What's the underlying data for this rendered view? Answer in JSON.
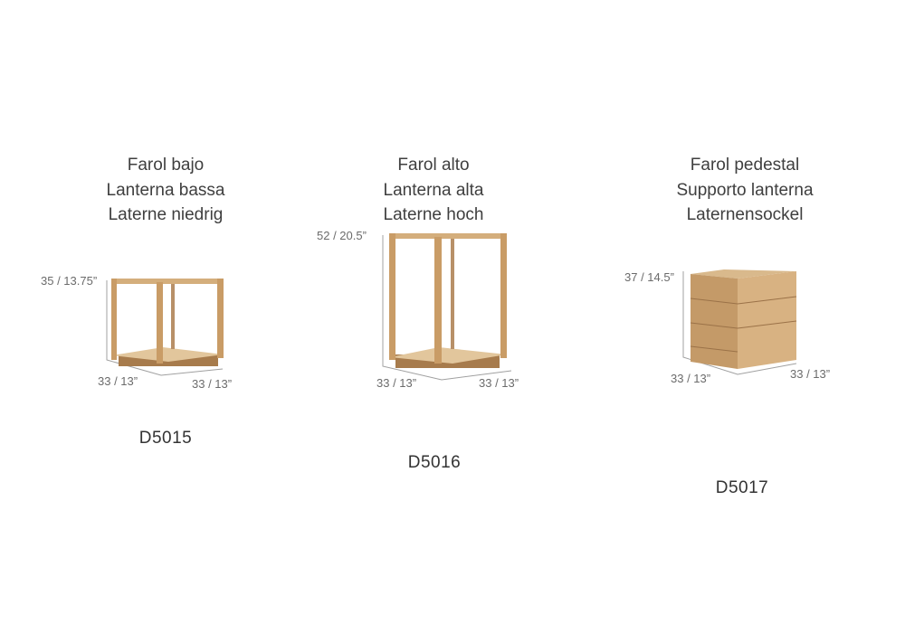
{
  "products": [
    {
      "names": [
        "Farol bajo",
        "Lanterna bassa",
        "Laterne niedrig"
      ],
      "height": "35 / 13.75”",
      "depth": "33 / 13”",
      "width": "33 / 13”",
      "code": "D5015"
    },
    {
      "names": [
        "Farol alto",
        "Lanterna alta",
        "Laterne hoch"
      ],
      "height": "52 / 20.5”",
      "depth": "33 / 13”",
      "width": "33 / 13”",
      "code": "D5016"
    },
    {
      "names": [
        "Farol pedestal",
        "Supporto lanterna",
        "Laternensockel"
      ],
      "height": "37 / 14.5”",
      "depth": "33 / 13”",
      "width": "33 / 13”",
      "code": "D5017"
    }
  ],
  "colors": {
    "wood": "#d2aa78",
    "wood_dark": "#a77b4c",
    "wood_light": "#e6cca6",
    "dim_line": "#9a9a9a"
  }
}
